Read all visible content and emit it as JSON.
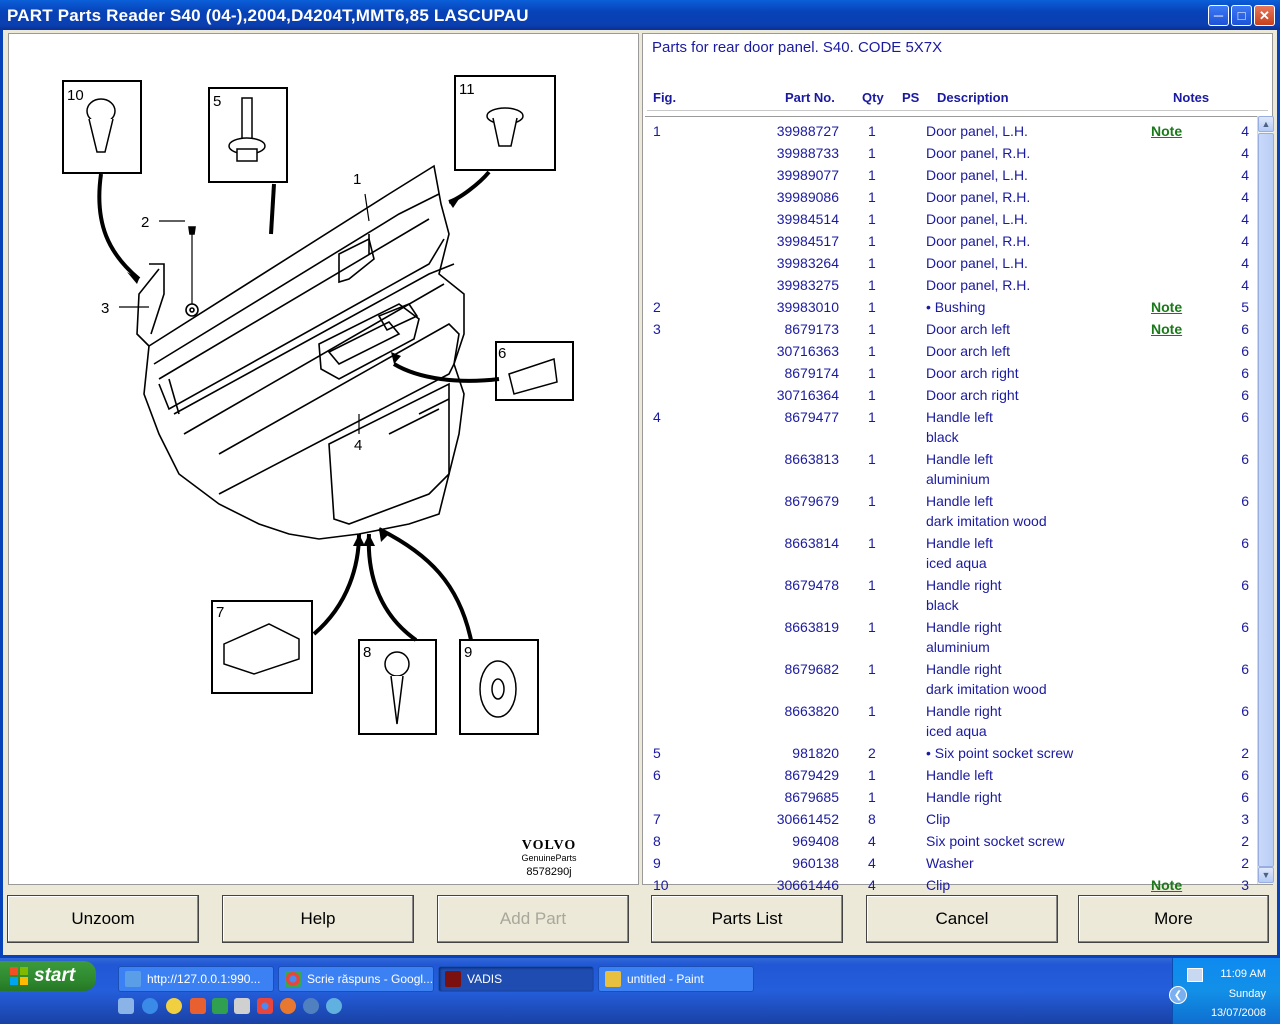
{
  "window": {
    "title": "PART Parts Reader S40 (04-),2004,D4204T,MMT6,85 LASCUPAU"
  },
  "diagram": {
    "callouts": [
      "10",
      "5",
      "11",
      "1",
      "2",
      "3",
      "6",
      "4",
      "7",
      "8",
      "9"
    ],
    "logo": {
      "brand": "VOLVO",
      "sub": "GenuineParts",
      "code": "8578290j"
    }
  },
  "parts": {
    "heading": "Parts for rear door panel. S40. CODE 5X7X",
    "columns": {
      "fig": "Fig.",
      "part_no": "Part No.",
      "qty": "Qty",
      "ps": "PS",
      "description": "Description",
      "notes": "Notes"
    },
    "rows": [
      {
        "fig": "1",
        "part_no": "39988727",
        "qty": "1",
        "desc": "Door panel, L.H.",
        "desc2": "",
        "note": "Note",
        "level": "4"
      },
      {
        "fig": "",
        "part_no": "39988733",
        "qty": "1",
        "desc": "Door panel, R.H.",
        "desc2": "",
        "note": "",
        "level": "4"
      },
      {
        "fig": "",
        "part_no": "39989077",
        "qty": "1",
        "desc": "Door panel, L.H.",
        "desc2": "",
        "note": "",
        "level": "4"
      },
      {
        "fig": "",
        "part_no": "39989086",
        "qty": "1",
        "desc": "Door panel, R.H.",
        "desc2": "",
        "note": "",
        "level": "4"
      },
      {
        "fig": "",
        "part_no": "39984514",
        "qty": "1",
        "desc": "Door panel, L.H.",
        "desc2": "",
        "note": "",
        "level": "4"
      },
      {
        "fig": "",
        "part_no": "39984517",
        "qty": "1",
        "desc": "Door panel, R.H.",
        "desc2": "",
        "note": "",
        "level": "4"
      },
      {
        "fig": "",
        "part_no": "39983264",
        "qty": "1",
        "desc": "Door panel, L.H.",
        "desc2": "",
        "note": "",
        "level": "4"
      },
      {
        "fig": "",
        "part_no": "39983275",
        "qty": "1",
        "desc": "Door panel, R.H.",
        "desc2": "",
        "note": "",
        "level": "4"
      },
      {
        "fig": "2",
        "part_no": "39983010",
        "qty": "1",
        "desc": "• Bushing",
        "desc2": "",
        "note": "Note",
        "level": "5"
      },
      {
        "fig": "3",
        "part_no": "8679173",
        "qty": "1",
        "desc": "Door arch left",
        "desc2": "",
        "note": "Note",
        "level": "6"
      },
      {
        "fig": "",
        "part_no": "30716363",
        "qty": "1",
        "desc": "Door arch left",
        "desc2": "",
        "note": "",
        "level": "6"
      },
      {
        "fig": "",
        "part_no": "8679174",
        "qty": "1",
        "desc": "Door arch right",
        "desc2": "",
        "note": "",
        "level": "6"
      },
      {
        "fig": "",
        "part_no": "30716364",
        "qty": "1",
        "desc": "Door arch right",
        "desc2": "",
        "note": "",
        "level": "6"
      },
      {
        "fig": "4",
        "part_no": "8679477",
        "qty": "1",
        "desc": "Handle left",
        "desc2": "black",
        "note": "",
        "level": "6"
      },
      {
        "fig": "",
        "part_no": "8663813",
        "qty": "1",
        "desc": "Handle left",
        "desc2": "aluminium",
        "note": "",
        "level": "6"
      },
      {
        "fig": "",
        "part_no": "8679679",
        "qty": "1",
        "desc": "Handle left",
        "desc2": "dark imitation wood",
        "note": "",
        "level": "6"
      },
      {
        "fig": "",
        "part_no": "8663814",
        "qty": "1",
        "desc": "Handle left",
        "desc2": "iced aqua",
        "note": "",
        "level": "6"
      },
      {
        "fig": "",
        "part_no": "8679478",
        "qty": "1",
        "desc": "Handle right",
        "desc2": "black",
        "note": "",
        "level": "6"
      },
      {
        "fig": "",
        "part_no": "8663819",
        "qty": "1",
        "desc": "Handle right",
        "desc2": "aluminium",
        "note": "",
        "level": "6"
      },
      {
        "fig": "",
        "part_no": "8679682",
        "qty": "1",
        "desc": "Handle right",
        "desc2": "dark imitation wood",
        "note": "",
        "level": "6"
      },
      {
        "fig": "",
        "part_no": "8663820",
        "qty": "1",
        "desc": "Handle right",
        "desc2": "iced aqua",
        "note": "",
        "level": "6"
      },
      {
        "fig": "5",
        "part_no": "981820",
        "qty": "2",
        "desc": "• Six point socket screw",
        "desc2": "",
        "note": "",
        "level": "2"
      },
      {
        "fig": "6",
        "part_no": "8679429",
        "qty": "1",
        "desc": "Handle left",
        "desc2": "",
        "note": "",
        "level": "6"
      },
      {
        "fig": "",
        "part_no": "8679685",
        "qty": "1",
        "desc": "Handle right",
        "desc2": "",
        "note": "",
        "level": "6"
      },
      {
        "fig": "7",
        "part_no": "30661452",
        "qty": "8",
        "desc": "Clip",
        "desc2": "",
        "note": "",
        "level": "3"
      },
      {
        "fig": "8",
        "part_no": "969408",
        "qty": "4",
        "desc": "Six point socket screw",
        "desc2": "",
        "note": "",
        "level": "2"
      },
      {
        "fig": "9",
        "part_no": "960138",
        "qty": "4",
        "desc": "Washer",
        "desc2": "",
        "note": "",
        "level": "2"
      },
      {
        "fig": "10",
        "part_no": "30661446",
        "qty": "4",
        "desc": "Clip",
        "desc2": "",
        "note": "Note",
        "level": "3"
      }
    ]
  },
  "buttons": {
    "unzoom": "Unzoom",
    "help": "Help",
    "add_part": "Add Part",
    "parts_list": "Parts List",
    "cancel": "Cancel",
    "more": "More"
  },
  "taskbar": {
    "start": "start",
    "tasks": [
      {
        "label": "http://127.0.0.1:990...",
        "icon": "ie-icon"
      },
      {
        "label": "Scrie răspuns - Googl...",
        "icon": "chrome-icon"
      },
      {
        "label": "VADIS",
        "icon": "vadis-icon"
      },
      {
        "label": "untitled - Paint",
        "icon": "paint-icon"
      }
    ],
    "clock": {
      "time": "11:09 AM",
      "day": "Sunday",
      "date": "13/07/2008"
    }
  }
}
